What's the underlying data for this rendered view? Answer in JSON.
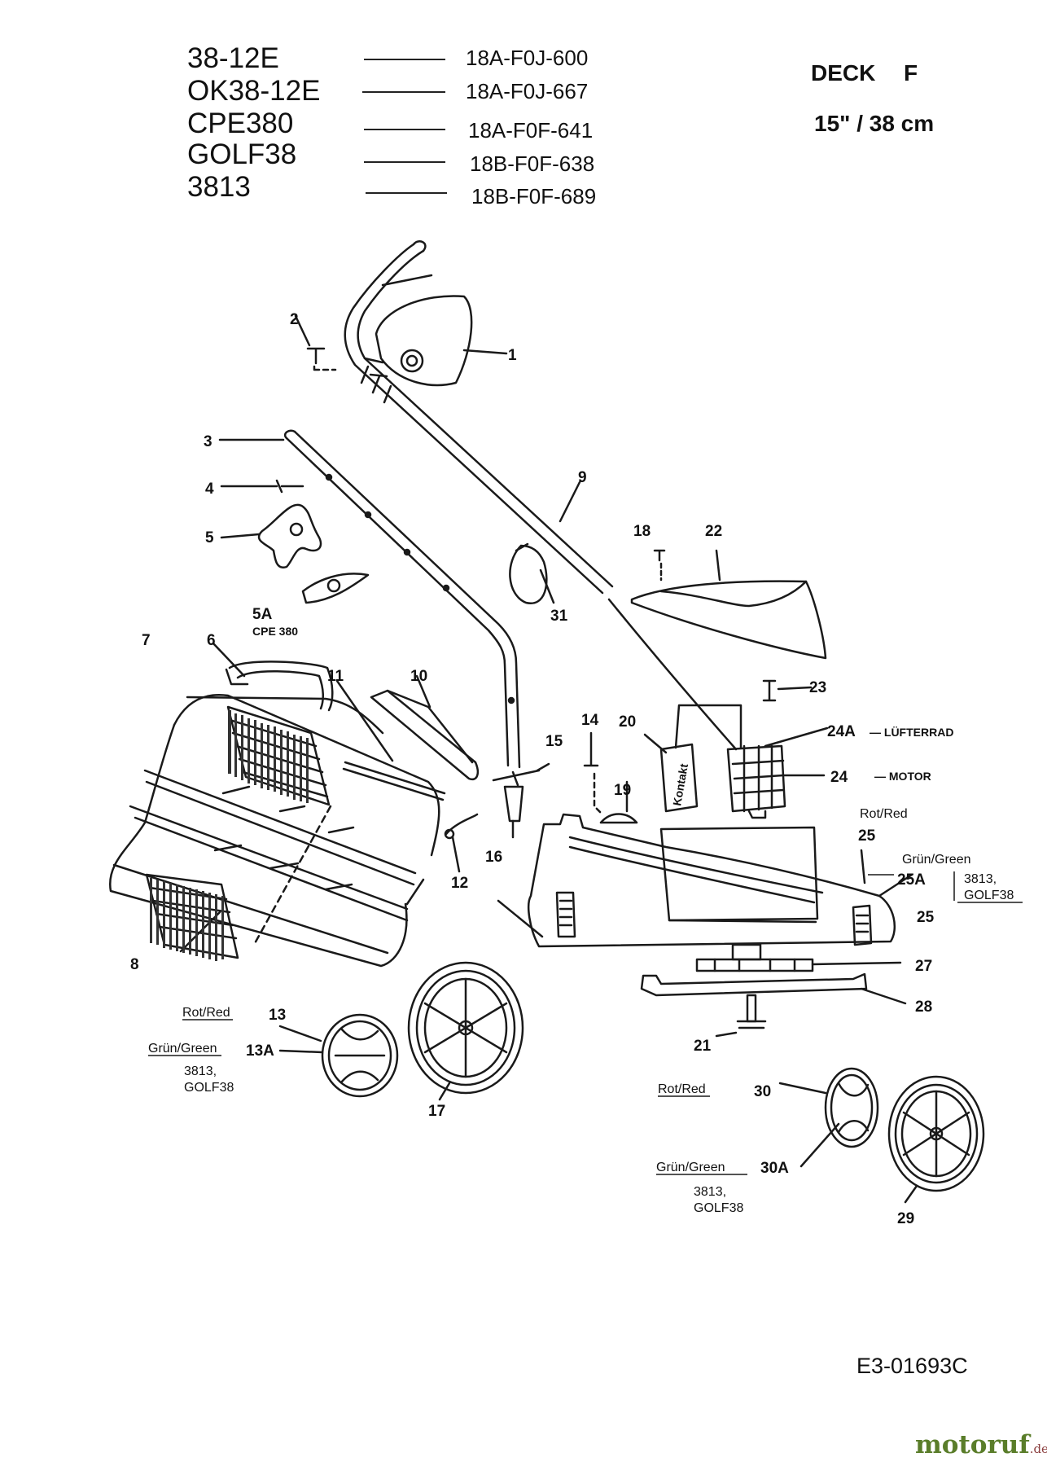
{
  "models": [
    {
      "name": "38-12E",
      "code": "18A-F0J-600"
    },
    {
      "name": "OK38-12E",
      "code": "18A-F0J-667"
    },
    {
      "name": "CPE380",
      "code": "18A-F0F-641"
    },
    {
      "name": "GOLF38",
      "code": "18B-F0F-638"
    },
    {
      "name": "3813",
      "code": "18B-F0F-689"
    }
  ],
  "deck": {
    "label": "DECK",
    "letter": "F",
    "size": "15\" / 38 cm"
  },
  "parts": {
    "p1": "1",
    "p2": "2",
    "p3": "3",
    "p4": "4",
    "p5": "5",
    "p5a": "5A",
    "p5a_note": "CPE 380",
    "p6": "6",
    "p7": "7",
    "p8": "8",
    "p9": "9",
    "p10": "10",
    "p11": "11",
    "p12": "12",
    "p13": "13",
    "p13a": "13A",
    "p14": "14",
    "p15": "15",
    "p16": "16",
    "p17": "17",
    "p18": "18",
    "p19": "19",
    "p20": "20",
    "p21": "21",
    "p22": "22",
    "p23": "23",
    "p24": "24",
    "p24a": "24A",
    "p25": "25",
    "p25b": "25",
    "p25a": "25A",
    "p27": "27",
    "p28": "28",
    "p29": "29",
    "p30": "30",
    "p30a": "30A",
    "p31": "31"
  },
  "annotations": {
    "luefterrad": "— LÜFTERRAD",
    "motor": "— MOTOR",
    "rot_red": "Rot/Red",
    "gruen_green": "Grün/Green",
    "variant_a": "3813,",
    "variant_b": "GOLF38",
    "tool_label": "Kontakt"
  },
  "reference": "E3-01693C",
  "brand": {
    "name": "motoruf",
    "tld": ".de"
  }
}
